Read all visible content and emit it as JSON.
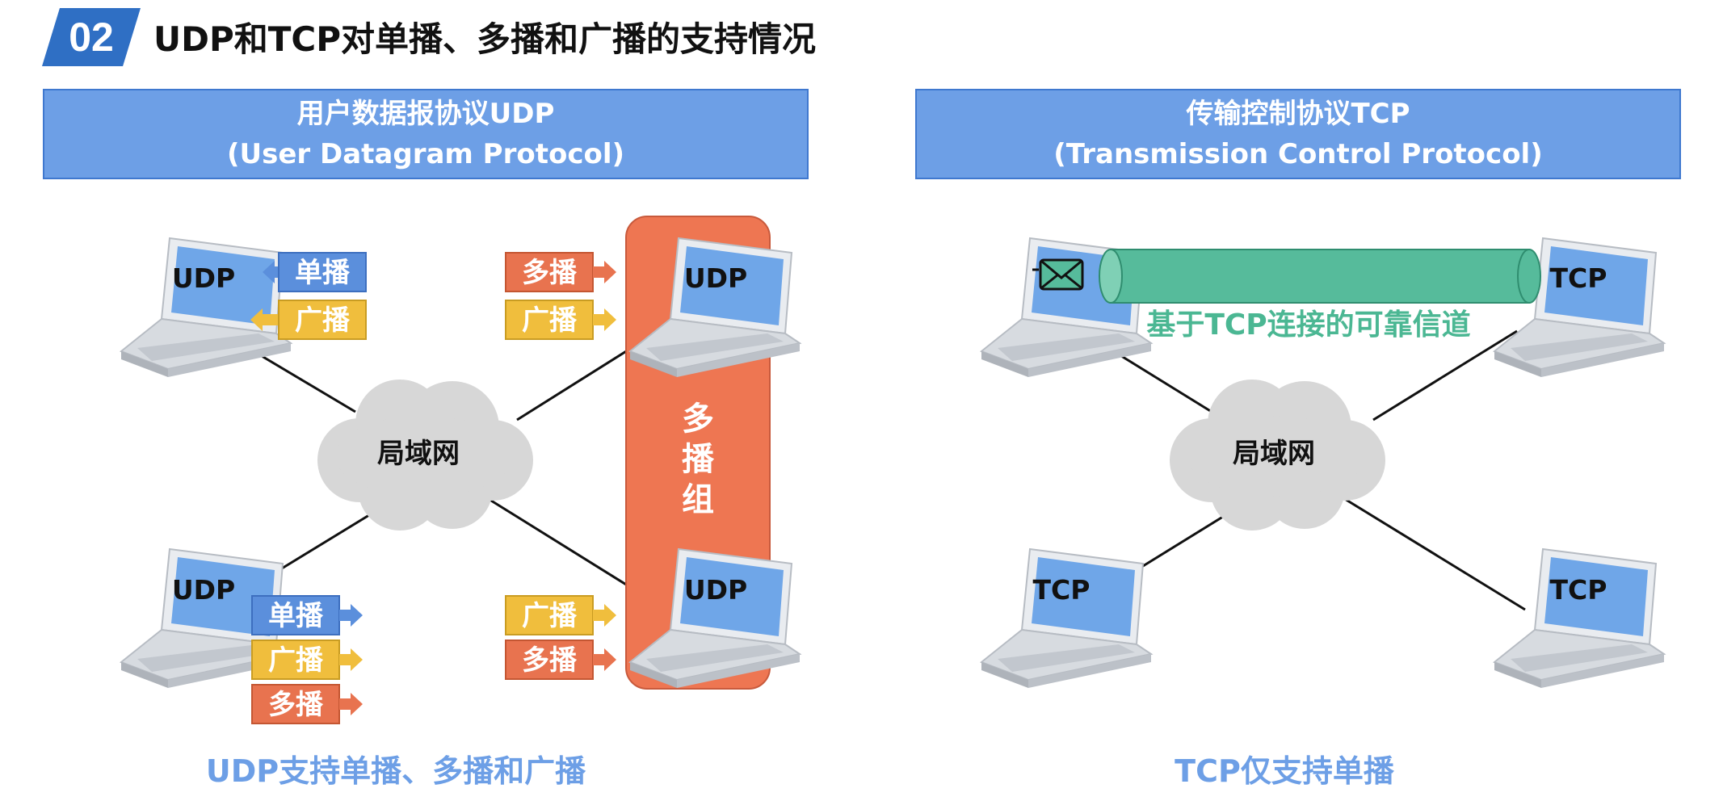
{
  "header": {
    "badge": "02",
    "title": "UDP和TCP对单播、多播和广播的支持情况"
  },
  "udp_panel": {
    "title_line1": "用户数据报协议UDP",
    "title_line2": "(User Datagram Protocol)",
    "lan_label": "局域网",
    "multicast_group_chars": [
      "多",
      "播",
      "组"
    ],
    "host_label": "UDP",
    "tag_unicast": "单播",
    "tag_broadcast": "广播",
    "tag_multicast": "多播",
    "caption": "UDP支持单播、多播和广播"
  },
  "tcp_panel": {
    "title_line1": "传输控制协议TCP",
    "title_line2": "(Transmission Control Protocol)",
    "lan_label": "局域网",
    "host_label": "TCP",
    "channel_label": "基于TCP连接的可靠信道",
    "caption": "TCP仅支持单播"
  },
  "colors": {
    "badge_blue": "#2f6fc4",
    "header_blue": "#6d9fe6",
    "unicast_blue": "#5b8fdc",
    "broadcast_yellow": "#f0be3d",
    "multicast_orange": "#e8734f",
    "group_orange": "#ee7652",
    "channel_green": "#56bb9b",
    "cloud_gray": "#d7d7d7"
  }
}
